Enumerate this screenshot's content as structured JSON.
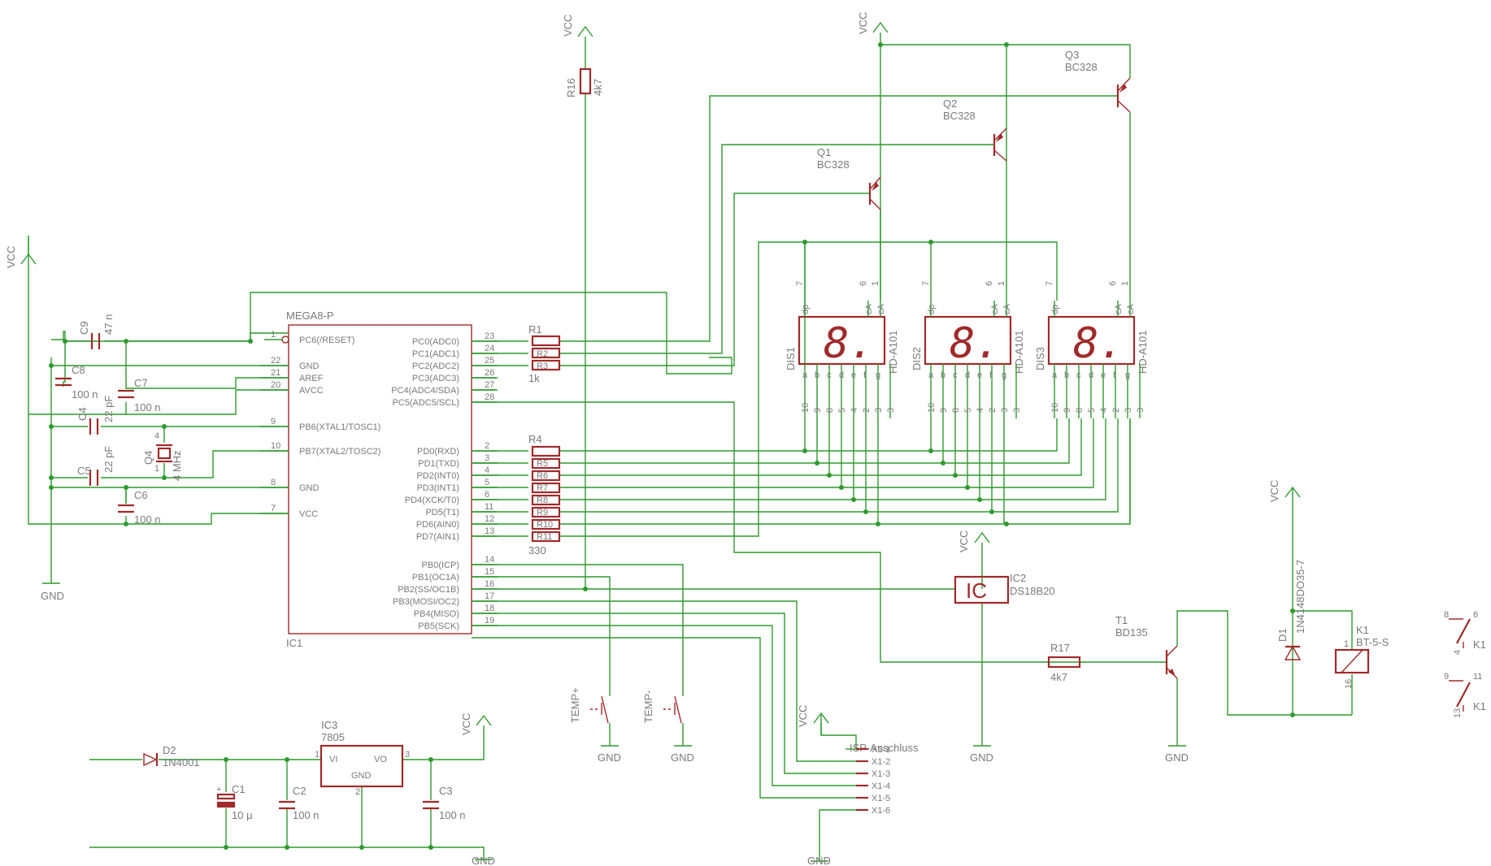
{
  "supply": {
    "vcc": "VCC",
    "gnd": "GND"
  },
  "ic1": {
    "name": "IC1",
    "value": "MEGA8-P",
    "left_pins": [
      {
        "num": "1",
        "name": "PC6(/RESET)"
      },
      {
        "num": "22",
        "name": "GND"
      },
      {
        "num": "21",
        "name": "AREF"
      },
      {
        "num": "20",
        "name": "AVCC"
      },
      {
        "num": "9",
        "name": "PB6(XTAL1/TOSC1)"
      },
      {
        "num": "10",
        "name": "PB7(XTAL2/TOSC2)"
      },
      {
        "num": "8",
        "name": "GND"
      },
      {
        "num": "7",
        "name": "VCC"
      }
    ],
    "right_pins": [
      {
        "num": "23",
        "name": "PC0(ADC0)"
      },
      {
        "num": "24",
        "name": "PC1(ADC1)"
      },
      {
        "num": "25",
        "name": "PC2(ADC2)"
      },
      {
        "num": "26",
        "name": "PC3(ADC3)"
      },
      {
        "num": "27",
        "name": "PC4(ADC4/SDA)"
      },
      {
        "num": "28",
        "name": "PC5(ADC5/SCL)"
      },
      {
        "num": "2",
        "name": "PD0(RXD)"
      },
      {
        "num": "3",
        "name": "PD1(TXD)"
      },
      {
        "num": "4",
        "name": "PD2(INT0)"
      },
      {
        "num": "5",
        "name": "PD3(INT1)"
      },
      {
        "num": "6",
        "name": "PD4(XCK/T0)"
      },
      {
        "num": "11",
        "name": "PD5(T1)"
      },
      {
        "num": "12",
        "name": "PD6(AIN0)"
      },
      {
        "num": "13",
        "name": "PD7(AIN1)"
      },
      {
        "num": "14",
        "name": "PB0(ICP)"
      },
      {
        "num": "15",
        "name": "PB1(OC1A)"
      },
      {
        "num": "16",
        "name": "PB2(SS/OC1B)"
      },
      {
        "num": "17",
        "name": "PB3(MOSI/OC2)"
      },
      {
        "num": "18",
        "name": "PB4(MISO)"
      },
      {
        "num": "19",
        "name": "PB5(SCK)"
      }
    ]
  },
  "passives": {
    "c9": {
      "name": "C9",
      "value": "47 n"
    },
    "c8": {
      "name": "C8",
      "value": "100 n"
    },
    "c7": {
      "name": "C7",
      "value": "100 n"
    },
    "c4": {
      "name": "C4",
      "value": "22 pF"
    },
    "c5": {
      "name": "C5",
      "value": "22 pF"
    },
    "c6": {
      "name": "C6",
      "value": "100 n"
    },
    "q4": {
      "name": "Q4",
      "value": "4 MHz",
      "pin_a": "4",
      "pin_b": "1"
    },
    "r1": {
      "name": "R1",
      "value": "1k",
      "labels": [
        "R2",
        "R3"
      ]
    },
    "r4": {
      "name": "R4",
      "value": "330",
      "labels": [
        "R5",
        "R6",
        "R7",
        "R8",
        "R9",
        "R10",
        "R11"
      ]
    },
    "r16": {
      "name": "R16",
      "value": "4k7"
    },
    "r17": {
      "name": "R17",
      "value": "4k7"
    },
    "c1": {
      "name": "C1",
      "value": "10 µ"
    },
    "c2": {
      "name": "C2",
      "value": "100 n"
    },
    "c3": {
      "name": "C3",
      "value": "100 n"
    },
    "d2": {
      "name": "D2",
      "value": "1N4001"
    },
    "d1": {
      "name": "D1",
      "value": "1N4148DO35-7"
    }
  },
  "transistors": [
    {
      "name": "Q1",
      "value": "BC328"
    },
    {
      "name": "Q2",
      "value": "BC328"
    },
    {
      "name": "Q3",
      "value": "BC328"
    },
    {
      "name": "T1",
      "value": "BD135"
    }
  ],
  "displays": {
    "value": "HD-A101",
    "names": [
      "DIS1",
      "DIS2",
      "DIS3"
    ],
    "top_pins": [
      "7",
      "6",
      "1"
    ],
    "top_labels": [
      "dp",
      "cA",
      "cA"
    ],
    "bottom_pins": [
      "10",
      "9",
      "8",
      "5",
      "4",
      "2",
      "3",
      "3"
    ],
    "bottom_labels": [
      "a",
      "b",
      "c",
      "d",
      "e",
      "f",
      "g"
    ],
    "digit": "8."
  },
  "ic2": {
    "name": "IC2",
    "value": "DS18B20",
    "symbol": "IC"
  },
  "ic3": {
    "name": "IC3",
    "value": "7805",
    "vi": "VI",
    "vo": "VO",
    "gnd": "GND",
    "pin1": "1",
    "pin2": "2",
    "pin3": "3"
  },
  "buttons": {
    "up": "TEMP+",
    "down": "TEMP-"
  },
  "isp": {
    "title": "ISP-Anschluss",
    "pins": [
      "X1-1",
      "X1-2",
      "X1-3",
      "X1-4",
      "X1-5",
      "X1-6"
    ]
  },
  "relay": {
    "name": "K1",
    "value": "BT-5-S",
    "coil_pin_top": "1",
    "coil_pin_bottom": "16",
    "contacts": [
      {
        "label": "K1",
        "pins": [
          "8",
          "6",
          "4"
        ]
      },
      {
        "label": "K1",
        "pins": [
          "9",
          "11",
          "13"
        ]
      }
    ]
  }
}
